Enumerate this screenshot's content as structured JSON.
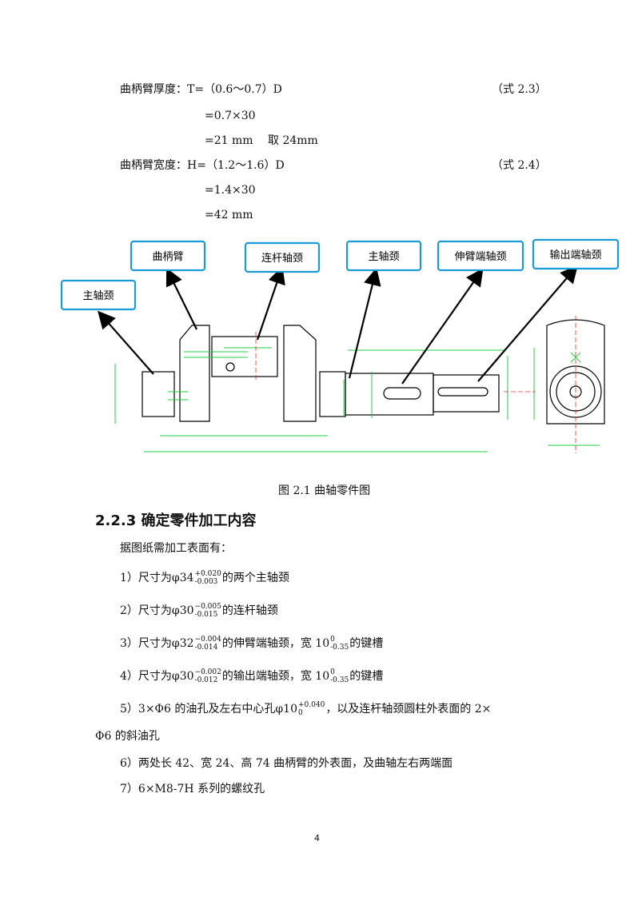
{
  "formulas": {
    "thickness": {
      "text": "曲柄臂厚度：T=（0.6～0.7）D",
      "ref": "（式 2.3）",
      "steps": [
        "=0.7×30",
        "=21 mm　 取 24mm"
      ]
    },
    "width": {
      "text": "曲柄臂宽度：H=（1.2～1.6）D",
      "ref": "（式 2.4）",
      "steps": [
        "=1.4×30",
        "=42 mm"
      ]
    }
  },
  "figure": {
    "labels": {
      "main_journal_left": "主轴颈",
      "crank_arm": "曲柄臂",
      "crankpin": "连杆轴颈",
      "main_journal": "主轴颈",
      "extension_journal": "伸臂端轴颈",
      "output_journal": "输出端轴颈"
    },
    "caption": "图 2.1 曲轴零件图",
    "accent_color": "#1a9ad6",
    "dimension_color": "#22cc44"
  },
  "section": {
    "heading": "2.2.3 确定零件加工内容",
    "intro": "据图纸需加工表面有：",
    "items": [
      {
        "pre": "1）尺寸为φ34",
        "up": "+0.020",
        "lo": "-0.003",
        "post": "的两个主轴颈"
      },
      {
        "pre": "2）尺寸为φ30",
        "up": "−0.005",
        "lo": "-0.015",
        "post": "的连杆轴颈"
      },
      {
        "pre": "3）尺寸为φ32",
        "up": "−0.004",
        "lo": "-0.014",
        "mid": "的伸臂端轴颈，宽 10",
        "up2": "0",
        "lo2": "-0.35",
        "post": "的键槽"
      },
      {
        "pre": "4）尺寸为φ30",
        "up": "−0.002",
        "lo": "-0.012",
        "mid": "的输出端轴颈，宽 10",
        "up2": "0",
        "lo2": "-0.35",
        "post": "的键槽"
      },
      {
        "pre": "5）3×Φ6 的油孔及左右中心孔φ10",
        "up": "+0.040",
        "lo": "0",
        "post": "，以及连杆轴颈圆柱外表面的 2×",
        "cont": "Φ6 的斜油孔"
      },
      {
        "text": "6）两处长 42、宽 24、高 74 曲柄臂的外表面，及曲轴左右两端面"
      },
      {
        "text": "7）6×M8-7H 系列的螺纹孔"
      }
    ]
  },
  "page_number": "4"
}
